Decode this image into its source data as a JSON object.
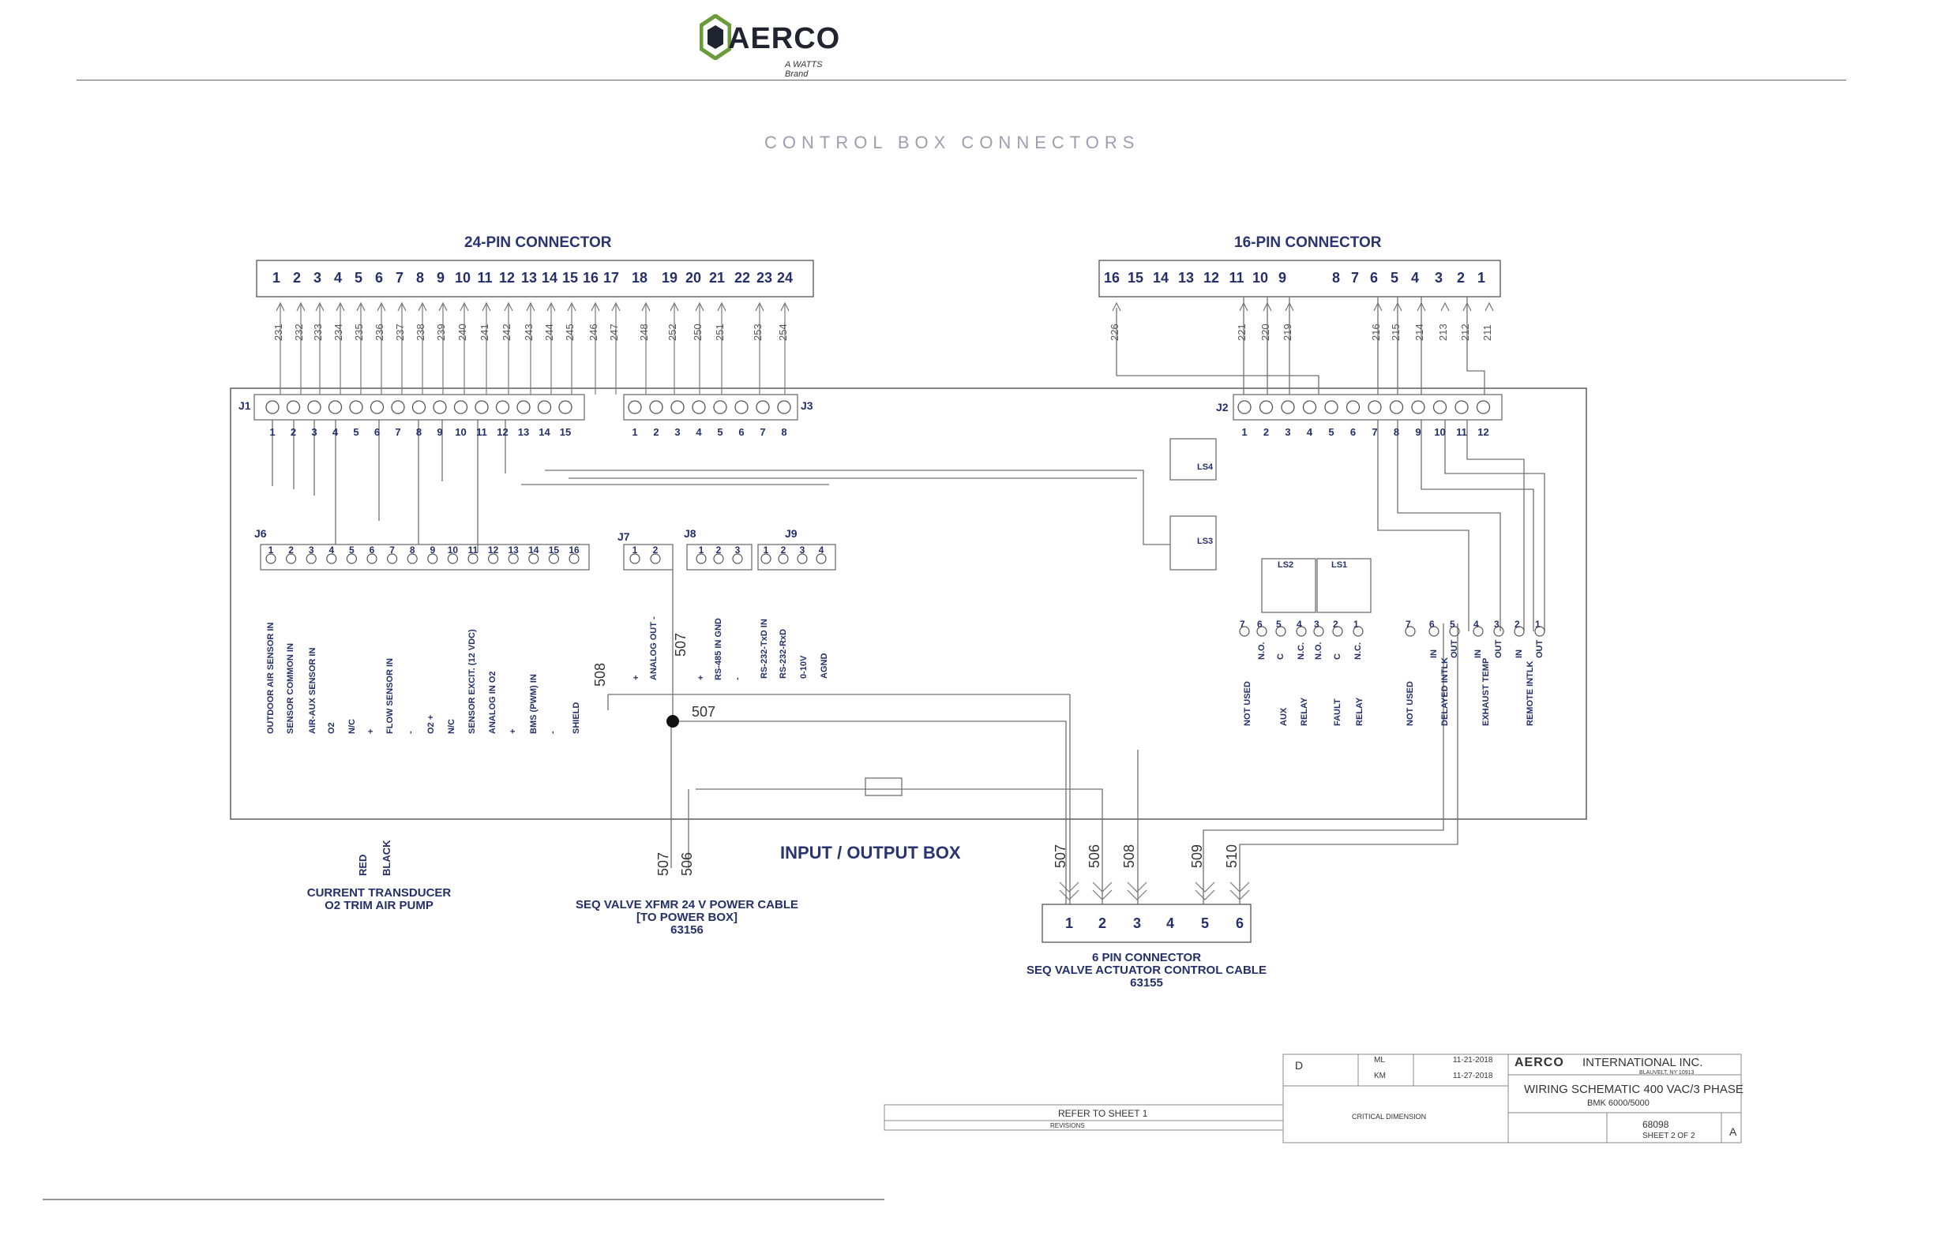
{
  "header": {
    "logo": "AERCO",
    "logo_sub": "A WATTS Brand"
  },
  "section_title": "CONTROL BOX CONNECTORS",
  "connector24": {
    "title": "24-PIN CONNECTOR",
    "pins": [
      "1",
      "2",
      "3",
      "4",
      "5",
      "6",
      "7",
      "8",
      "9",
      "10",
      "11",
      "12",
      "13",
      "14",
      "15",
      "16",
      "17",
      "18",
      "19",
      "20",
      "21",
      "22",
      "23",
      "24"
    ],
    "wires": [
      "231",
      "232",
      "233",
      "234",
      "235",
      "236",
      "237",
      "238",
      "239",
      "240",
      "241",
      "242",
      "243",
      "244",
      "245",
      "246",
      "247",
      "248",
      "252",
      "250",
      "251",
      "253",
      "254"
    ]
  },
  "connector16": {
    "title": "16-PIN CONNECTOR",
    "pins": [
      "16",
      "15",
      "14",
      "13",
      "12",
      "11",
      "10",
      "9",
      "8",
      "7",
      "6",
      "5",
      "4",
      "3",
      "2",
      "1"
    ],
    "wires": [
      "226",
      "221",
      "220",
      "219",
      "216",
      "215",
      "214",
      "213",
      "212",
      "211"
    ]
  },
  "j1": {
    "label": "J1",
    "pins": [
      "1",
      "2",
      "3",
      "4",
      "5",
      "6",
      "7",
      "8",
      "9",
      "10",
      "11",
      "12",
      "13",
      "14",
      "15"
    ]
  },
  "j3": {
    "label": "J3",
    "pins": [
      "1",
      "2",
      "3",
      "4",
      "5",
      "6",
      "7",
      "8"
    ]
  },
  "j2": {
    "label": "J2",
    "pins": [
      "1",
      "2",
      "3",
      "4",
      "5",
      "6",
      "7",
      "8",
      "9",
      "10",
      "11",
      "12"
    ]
  },
  "j6": {
    "label": "J6",
    "pins": [
      "1",
      "2",
      "3",
      "4",
      "5",
      "6",
      "7",
      "8",
      "9",
      "10",
      "11",
      "12",
      "13",
      "14",
      "15",
      "16"
    ],
    "signals": [
      "OUTDOOR AIR SENSOR  IN",
      "SENSOR COMMON  IN",
      "AIR-AUX SENSOR  IN",
      "O2",
      "N/C",
      "+",
      "FLOW SENSOR  IN",
      "-",
      "O2  +",
      "N/C",
      "SENSOR EXCIT. (12 VDC)",
      "ANALOG IN  O2",
      "+",
      "BMS (PWM)  IN",
      "-",
      "SHIELD"
    ]
  },
  "j7": {
    "label": "J7",
    "pins": [
      "1",
      "2"
    ],
    "signals": [
      "+",
      "ANALOG OUT  -"
    ]
  },
  "j8": {
    "label": "J8",
    "pins": [
      "1",
      "2",
      "3"
    ],
    "signals": [
      "+",
      "RS-485  IN  GND",
      "-"
    ]
  },
  "j9": {
    "label": "J9",
    "pins": [
      "1",
      "2",
      "3",
      "4"
    ],
    "signals": [
      "RS-232-TxD  IN",
      "RS-232-RxD",
      "0-10V",
      "AGND"
    ]
  },
  "relays": [
    "LS4",
    "LS3",
    "LS2",
    "LS1"
  ],
  "j2_left_terms": {
    "numbers": [
      "7",
      "6",
      "5",
      "4",
      "3",
      "2",
      "1"
    ],
    "codes": [
      "N.O.",
      "C",
      "N.C.",
      "N.O.",
      "C",
      "N.C."
    ],
    "labels": [
      "NOT USED",
      "AUX",
      "RELAY",
      "FAULT",
      "RELAY"
    ]
  },
  "j2_right_terms": {
    "numbers": [
      "7",
      "6",
      "5",
      "4",
      "3",
      "2",
      "1"
    ],
    "codes": [
      "IN",
      "OUT",
      "IN",
      "OUT",
      "IN",
      "OUT"
    ],
    "labels": [
      "NOT USED",
      "DELAYED INTLK",
      "EXHAUST TEMP",
      "REMOTE INTLK"
    ]
  },
  "wire_labels": {
    "w508": "508",
    "w507": "507",
    "w507b": "507",
    "w506": "506",
    "seq_507": "507",
    "seq_506": "506",
    "seq_508": "508",
    "seq_509": "509",
    "seq_510": "510"
  },
  "io_box_title": "INPUT / OUTPUT BOX",
  "transducer": {
    "red": "RED",
    "black": "BLACK",
    "caption1": "CURRENT TRANSDUCER",
    "caption2": "O2 TRIM AIR PUMP"
  },
  "power_cable": {
    "line1": "SEQ VALVE XFMR 24 V POWER CABLE",
    "line2": "[TO POWER BOX]",
    "line3": "63156"
  },
  "six_pin": {
    "pins": [
      "1",
      "2",
      "3",
      "4",
      "5",
      "6"
    ],
    "line1": "6 PIN CONNECTOR",
    "line2": "SEQ VALVE ACTUATOR CONTROL CABLE",
    "line3": "63155"
  },
  "title_block": {
    "refer": "REFER TO SHEET 1",
    "company": "INTERNATIONAL INC.",
    "city": "BLAUVELT, NY 10913",
    "title": "WIRING SCHEMATIC 400 VAC/3 PHASE",
    "model": "BMK 6000/5000",
    "dwg_no": "68098",
    "sheet": "SHEET 2 OF 2",
    "rev": "A",
    "drawn_by": "ML",
    "drawn_date": "11-21-2018",
    "checked_by": "KM",
    "checked_date": "11-27-2018",
    "size": "D",
    "crit": "CRITICAL DIMENSION",
    "revisions": "REVISIONS",
    "logo_small": "AERCO"
  },
  "colors": {
    "ink": "#25306a",
    "line": "#6b6b6b",
    "logo_green": "#6a9a3a"
  }
}
